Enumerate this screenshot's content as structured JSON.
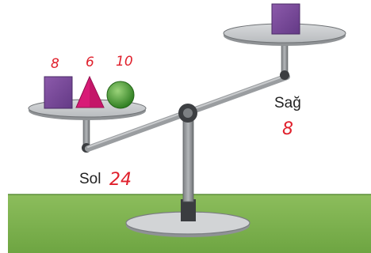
{
  "labels": {
    "left_side": "Sol",
    "right_side": "Sağ"
  },
  "handwritten": {
    "left_total": "24",
    "right_total": "8",
    "cube_value": "8",
    "pyramid_value": "6",
    "sphere_value": "10"
  },
  "objects": {
    "left_pan": [
      "cube",
      "pyramid",
      "sphere"
    ],
    "right_pan": [
      "cube"
    ]
  },
  "colors": {
    "cube": "#7b4a9b",
    "pyramid": "#d81b77",
    "sphere": "#3f9a2e",
    "ground": "#7fb24f",
    "pan": "#c9cbcd",
    "stand": "#8e9194",
    "annotation": "#e0202c"
  }
}
